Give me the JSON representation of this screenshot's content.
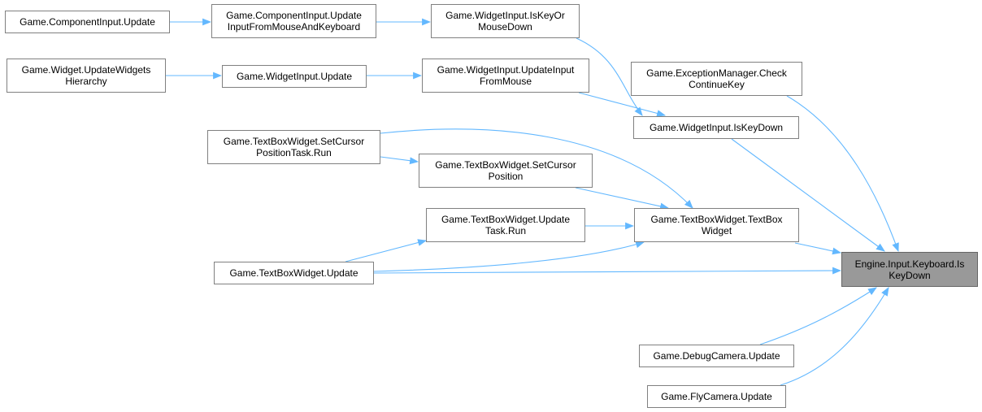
{
  "graph": {
    "edge_color": "#63b8ff",
    "nodes": [
      {
        "id": "n1",
        "label": "Game.ComponentInput.Update"
      },
      {
        "id": "n2",
        "label": "Game.ComponentInput.Update\nInputFromMouseAndKeyboard"
      },
      {
        "id": "n3",
        "label": "Game.WidgetInput.IsKeyOr\nMouseDown"
      },
      {
        "id": "n4",
        "label": "Game.Widget.UpdateWidgets\nHierarchy"
      },
      {
        "id": "n5",
        "label": "Game.WidgetInput.Update"
      },
      {
        "id": "n6",
        "label": "Game.WidgetInput.UpdateInput\nFromMouse"
      },
      {
        "id": "n7",
        "label": "Game.ExceptionManager.Check\nContinueKey"
      },
      {
        "id": "n8",
        "label": "Game.WidgetInput.IsKeyDown"
      },
      {
        "id": "n9",
        "label": "Game.TextBoxWidget.SetCursor\nPositionTask.Run"
      },
      {
        "id": "n10",
        "label": "Game.TextBoxWidget.SetCursor\nPosition"
      },
      {
        "id": "n11",
        "label": "Game.TextBoxWidget.Update\nTask.Run"
      },
      {
        "id": "n12",
        "label": "Game.TextBoxWidget.TextBox\nWidget"
      },
      {
        "id": "n13",
        "label": "Game.TextBoxWidget.Update"
      },
      {
        "id": "n14",
        "label": "Engine.Input.Keyboard.Is\nKeyDown",
        "focus": true
      },
      {
        "id": "n15",
        "label": "Game.DebugCamera.Update"
      },
      {
        "id": "n16",
        "label": "Game.FlyCamera.Update"
      }
    ],
    "edges": [
      {
        "from": "n1",
        "to": "n2"
      },
      {
        "from": "n2",
        "to": "n3"
      },
      {
        "from": "n4",
        "to": "n5"
      },
      {
        "from": "n5",
        "to": "n6"
      },
      {
        "from": "n3",
        "to": "n8"
      },
      {
        "from": "n6",
        "to": "n8"
      },
      {
        "from": "n7",
        "to": "n14"
      },
      {
        "from": "n8",
        "to": "n14"
      },
      {
        "from": "n9",
        "to": "n10"
      },
      {
        "from": "n9",
        "to": "n12"
      },
      {
        "from": "n10",
        "to": "n12"
      },
      {
        "from": "n11",
        "to": "n12"
      },
      {
        "from": "n13",
        "to": "n11"
      },
      {
        "from": "n13",
        "to": "n12"
      },
      {
        "from": "n13",
        "to": "n14"
      },
      {
        "from": "n12",
        "to": "n14"
      },
      {
        "from": "n15",
        "to": "n14"
      },
      {
        "from": "n16",
        "to": "n14"
      }
    ]
  }
}
